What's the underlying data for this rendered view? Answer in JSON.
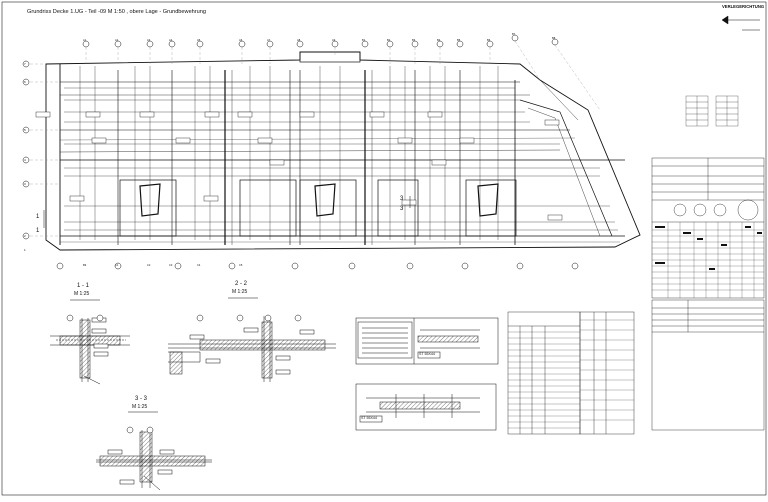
{
  "drawing": {
    "title": "Grundriss Decke 1.UG - Teil -09  M 1:50 , obere Lage - Grundbewehrung",
    "north_label": "VERLEGERICHTUNG"
  },
  "sections": [
    {
      "label": "1 - 1",
      "scale": "M 1:25"
    },
    {
      "label": "2 - 2",
      "scale": "M 1:25"
    },
    {
      "label": "3 - 3",
      "scale": "M 1:25"
    }
  ],
  "section_cut_markers": [
    "1",
    "1",
    "3",
    "3"
  ],
  "details": {
    "detail_a": "ST 55X44",
    "detail_b": "ST 55X44"
  },
  "plan_axes": {
    "top": [
      "A1",
      "A2",
      "A3",
      "A4",
      "A5",
      "A6",
      "A7",
      "A8",
      "A9",
      "B1",
      "B2",
      "B3",
      "B4",
      "B5",
      "B6",
      "B7",
      "B8",
      "B9",
      "C1",
      "C2",
      "C3",
      "C4",
      "C5"
    ],
    "left": [
      "7",
      "6",
      "5",
      "4",
      "3",
      "2",
      "1"
    ]
  },
  "colors": {
    "ink": "#111111",
    "paper": "#ffffff",
    "faint": "#888888"
  }
}
